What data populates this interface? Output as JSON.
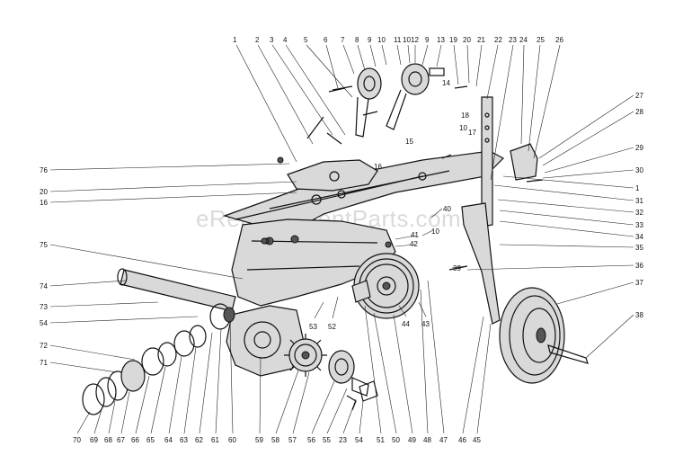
{
  "watermark": "eReplacementParts.com",
  "callouts": [
    "1",
    "2",
    "3",
    "4",
    "5",
    "6",
    "7",
    "8",
    "9",
    "10",
    "11",
    "10",
    "12",
    "9",
    "13",
    "19",
    "20",
    "21",
    "22",
    "23",
    "24",
    "25",
    "26",
    "14",
    "18",
    "10",
    "17",
    "15",
    "16",
    "27",
    "28",
    "29",
    "30",
    "1",
    "31",
    "32",
    "33",
    "34",
    "35",
    "36",
    "37",
    "38",
    "76",
    "20",
    "16",
    "75",
    "74",
    "73",
    "54",
    "72",
    "71",
    "70",
    "69",
    "68",
    "67",
    "66",
    "65",
    "64",
    "63",
    "62",
    "61",
    "60",
    "59",
    "58",
    "57",
    "56",
    "55",
    "23",
    "54",
    "51",
    "50",
    "49",
    "48",
    "47",
    "46",
    "45",
    "44",
    "43",
    "42",
    "41",
    "40",
    "39",
    "10",
    "53",
    "52"
  ]
}
